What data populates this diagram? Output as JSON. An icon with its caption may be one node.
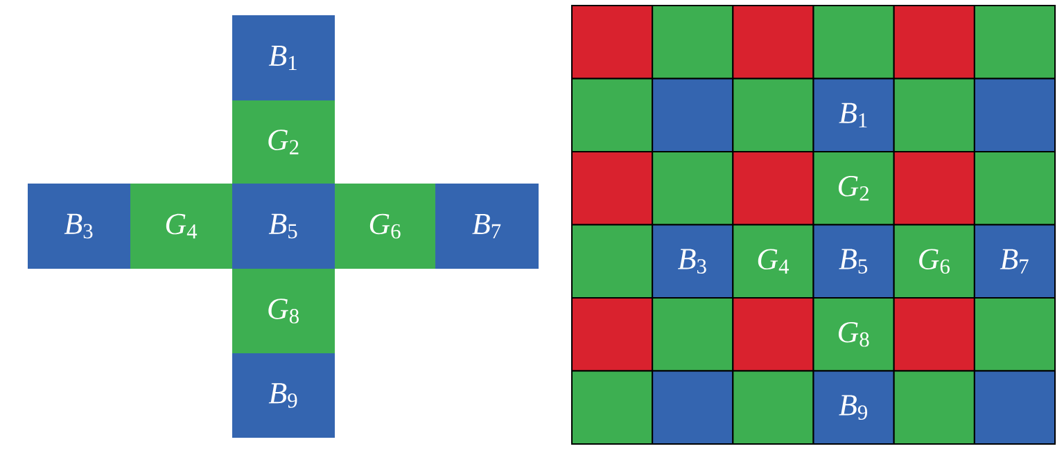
{
  "diagram": {
    "nodes": [
      {
        "text": [
          "*B*$_{1}$"
        ]
      },
      {
        "text": [
          "*G*$_{2}$"
        ]
      },
      {
        "text": [
          "*B*$_{3}$"
        ]
      },
      {
        "text": [
          "*G*$_{4}$"
        ]
      },
      {
        "text": [
          "*B*$_{5}$"
        ]
      },
      {
        "text": [
          "*G*$_{6}$"
        ]
      },
      {
        "text": [
          "*B*$_{7}$"
        ]
      },
      {
        "text": [
          "*G*$_{8}$"
        ]
      },
      {
        "text": [
          "*B*$_{9}$"
        ]
      },
      {
        "text": [],
        "shape": "box"
      },
      {
        "text": [],
        "shape": "box"
      },
      {
        "text": [],
        "shape": "box"
      },
      {
        "text": [],
        "shape": "box"
      },
      {
        "text": [],
        "shape": "box"
      },
      {
        "text": [],
        "shape": "box"
      },
      {
        "text": [],
        "shape": "box"
      },
      {
        "text": [],
        "shape": "box"
      },
      {
        "text": [],
        "shape": "box"
      },
      {
        "text": [
          "*B*$_{1}$"
        ]
      },
      {
        "text": [],
        "shape": "box"
      },
      {
        "text": [],
        "shape": "box"
      },
      {
        "text": [],
        "shape": "box"
      },
      {
        "text": [],
        "shape": "box"
      },
      {
        "text": [],
        "shape": "box"
      },
      {
        "text": [
          "*G*$_{2}$"
        ]
      },
      {
        "text": [],
        "shape": "box"
      },
      {
        "text": [],
        "shape": "box"
      },
      {
        "text": [],
        "shape": "box"
      },
      {
        "text": [
          "*B*$_{3}$"
        ]
      },
      {
        "text": [
          "*G*$_{4}$"
        ]
      },
      {
        "text": [
          "*B*$_{5}$"
        ]
      },
      {
        "text": [
          "*G*$_{6}$"
        ]
      },
      {
        "text": [
          "*B*$_{7}$"
        ]
      },
      {
        "text": [],
        "shape": "box"
      },
      {
        "text": [],
        "shape": "box"
      },
      {
        "text": [],
        "shape": "box"
      },
      {
        "text": [
          "*G*$_{8}$"
        ]
      },
      {
        "text": [],
        "shape": "box"
      },
      {
        "text": [],
        "shape": "box"
      },
      {
        "text": [],
        "shape": "box"
      },
      {
        "text": [],
        "shape": "box"
      },
      {
        "text": [],
        "shape": "box"
      },
      {
        "text": [
          "*B*$_{9}$"
        ]
      },
      {
        "text": [],
        "shape": "box"
      },
      {
        "text": [],
        "shape": "box"
      }
    ]
  }
}
